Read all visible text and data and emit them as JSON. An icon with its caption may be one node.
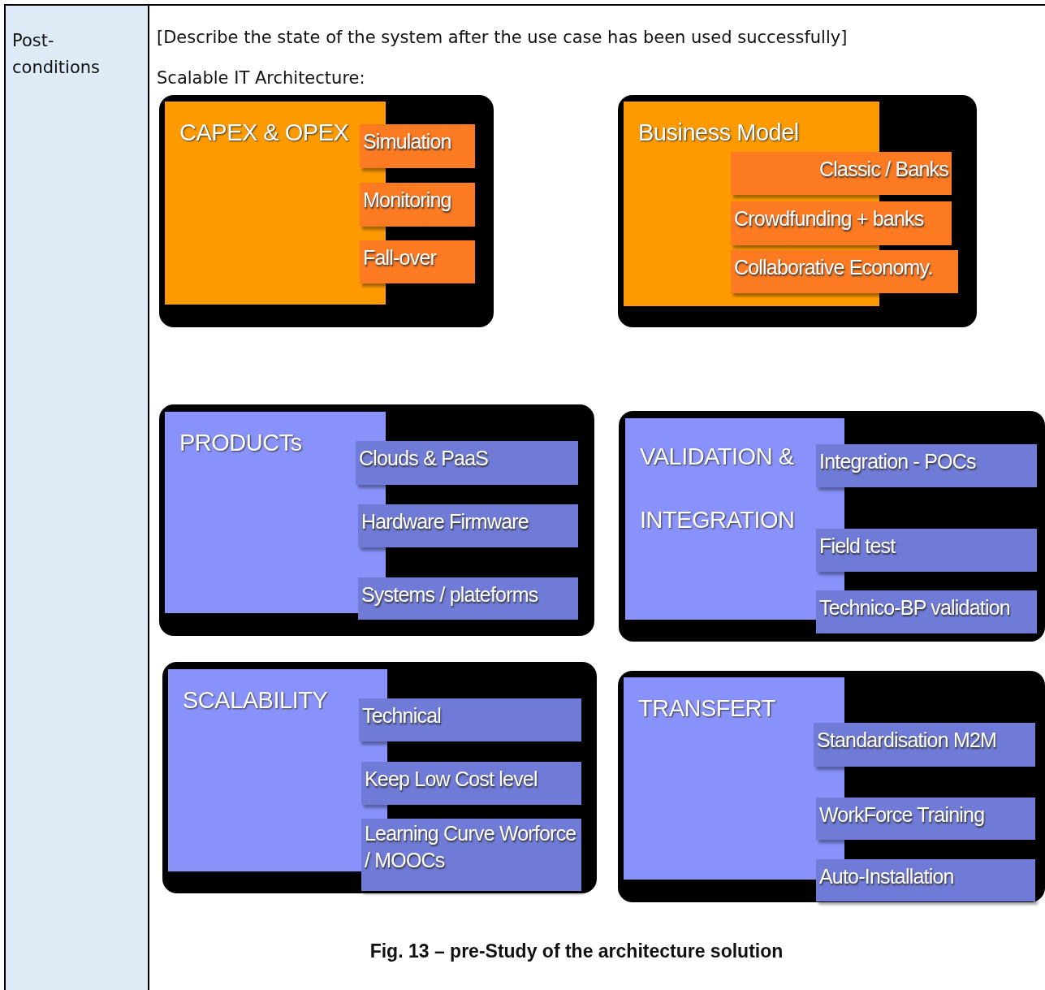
{
  "diagram": {
    "caption": "Fig. 13 – pre-Study of the architecture solution",
    "nodes": [
      {
        "text": [
          "CAPEX & OPEX"
        ]
      },
      {
        "text": [
          "Simulation"
        ]
      },
      {
        "text": [
          "Monitoring"
        ]
      },
      {
        "text": [
          "Fall-over"
        ]
      },
      {
        "text": [
          "Business Model"
        ]
      },
      {
        "text": [
          "Classic / Banks"
        ]
      },
      {
        "text": [
          "Crowdfunding + banks"
        ]
      },
      {
        "text": [
          "Collaborative Economy."
        ]
      },
      {
        "text": [
          "PRODUCTs"
        ]
      },
      {
        "text": [
          "Clouds & PaaS"
        ]
      },
      {
        "text": [
          "Hardware Firmware"
        ]
      },
      {
        "text": [
          "Systems / plateforms"
        ]
      },
      {
        "text": [
          "VALIDATION & INTEGRATION"
        ]
      },
      {
        "text": [
          "Integration - POCs"
        ]
      },
      {
        "text": [
          "Field test"
        ]
      },
      {
        "text": [
          "Technico-BP validation"
        ]
      },
      {
        "text": [
          "SCALABILITY"
        ]
      },
      {
        "text": [
          "Technical"
        ]
      },
      {
        "text": [
          "Keep Low Cost level"
        ]
      },
      {
        "text": [
          "Learning Curve Worforce / MOOCs"
        ]
      },
      {
        "text": [
          "TRANSFERT"
        ]
      },
      {
        "text": [
          "Standardisation M2M"
        ]
      },
      {
        "text": [
          "WorkForce Training"
        ]
      },
      {
        "text": [
          "Auto-Installation"
        ]
      }
    ],
    "labels": [
      "Post-conditions",
      "[Describe the state of the system after the use case has been used successfully]",
      "Scalable IT Architecture:"
    ]
  }
}
